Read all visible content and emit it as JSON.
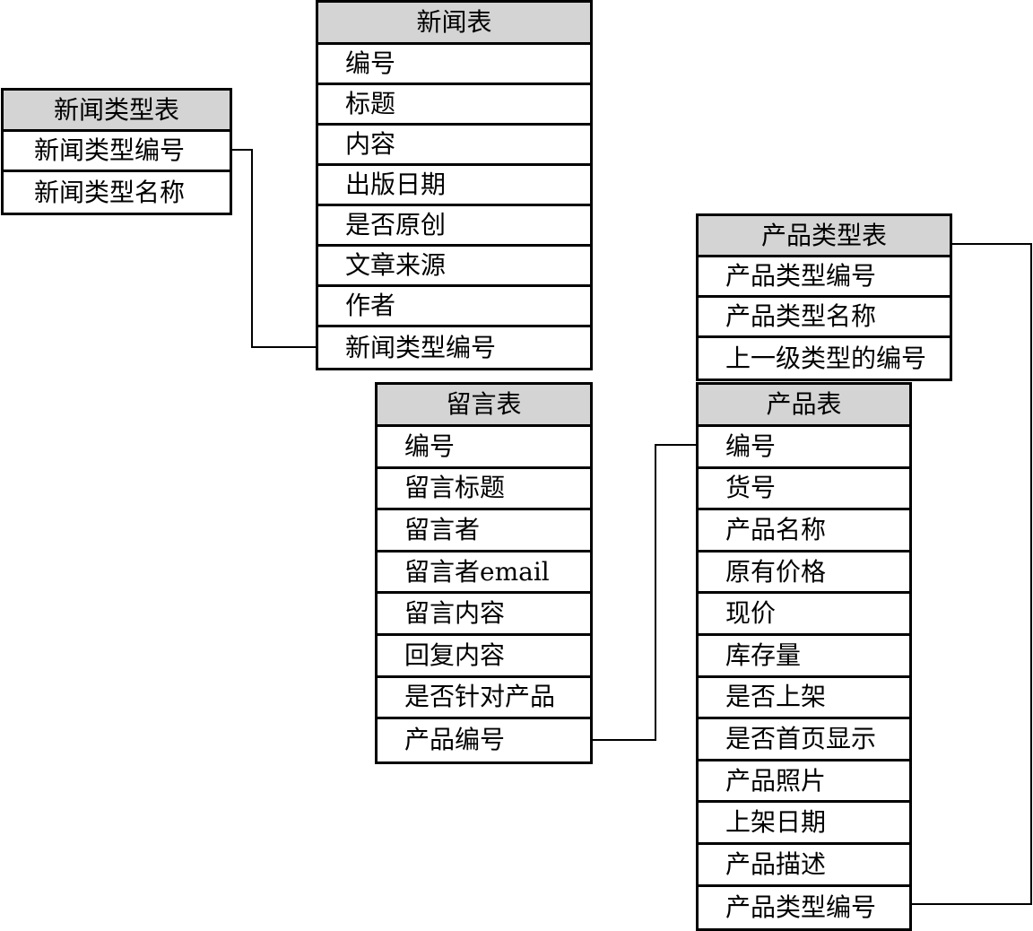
{
  "tables": {
    "news_type": {
      "title": "新闻类型表",
      "fields": [
        "新闻类型编号",
        "新闻类型名称"
      ]
    },
    "news": {
      "title": "新闻表",
      "fields": [
        "编号",
        "标题",
        "内容",
        "出版日期",
        "是否原创",
        "文章来源",
        "作者",
        "新闻类型编号"
      ]
    },
    "product_type": {
      "title": "产品类型表",
      "fields": [
        "产品类型编号",
        "产品类型名称",
        "上一级类型的编号"
      ]
    },
    "message": {
      "title": "留言表",
      "fields": [
        "编号",
        "留言标题",
        "留言者",
        "留言者email",
        "留言内容",
        "回复内容",
        "是否针对产品",
        "产品编号"
      ]
    },
    "product": {
      "title": "产品表",
      "fields": [
        "编号",
        "货号",
        "产品名称",
        "原有价格",
        "现价",
        "库存量",
        "是否上架",
        "是否首页显示",
        "产品照片",
        "上架日期",
        "产品描述",
        "产品类型编号"
      ]
    }
  },
  "relations": [
    {
      "from": "news_type.新闻类型编号",
      "to": "news.新闻类型编号"
    },
    {
      "from": "message.产品编号",
      "to": "product.编号"
    },
    {
      "from": "product.产品类型编号",
      "to": "product_type.产品类型编号"
    }
  ]
}
